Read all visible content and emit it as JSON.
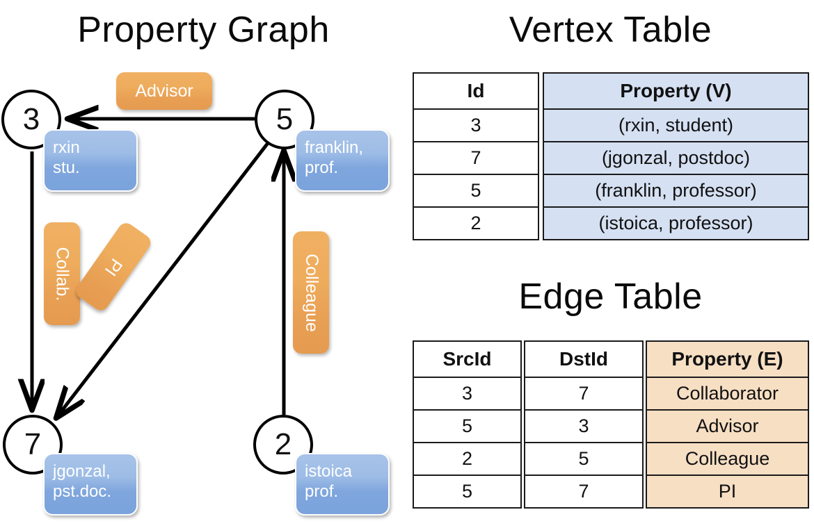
{
  "titles": {
    "property_graph": "Property Graph",
    "vertex_table": "Vertex Table",
    "edge_table": "Edge Table"
  },
  "graph": {
    "nodes": [
      {
        "id": "3",
        "label": "3",
        "property_lines": "rxin\nstu."
      },
      {
        "id": "5",
        "label": "5",
        "property_lines": "franklin,\nprof."
      },
      {
        "id": "7",
        "label": "7",
        "property_lines": "jgonzal,\npst.doc."
      },
      {
        "id": "2",
        "label": "2",
        "property_lines": "istoica\nprof."
      }
    ],
    "edge_labels": {
      "advisor": "Advisor",
      "collab": "Collab.",
      "pi": "PI",
      "colleague": "Colleague"
    },
    "edges": [
      {
        "src": "5",
        "dst": "3",
        "label": "Advisor"
      },
      {
        "src": "3",
        "dst": "7",
        "label": "Collab."
      },
      {
        "src": "5",
        "dst": "7",
        "label": "PI"
      },
      {
        "src": "2",
        "dst": "5",
        "label": "Colleague"
      }
    ]
  },
  "vertex_table": {
    "headers": [
      "Id",
      "Property (V)"
    ],
    "rows": [
      {
        "id": "3",
        "property": "(rxin, student)"
      },
      {
        "id": "7",
        "property": "(jgonzal, postdoc)"
      },
      {
        "id": "5",
        "property": "(franklin, professor)"
      },
      {
        "id": "2",
        "property": "(istoica, professor)"
      }
    ]
  },
  "edge_table": {
    "headers": [
      "SrcId",
      "DstId",
      "Property (E)"
    ],
    "rows": [
      {
        "src": "3",
        "dst": "7",
        "property": "Collaborator"
      },
      {
        "src": "5",
        "dst": "3",
        "property": "Advisor"
      },
      {
        "src": "2",
        "dst": "5",
        "property": "Colleague"
      },
      {
        "src": "5",
        "dst": "7",
        "property": "PI"
      }
    ]
  },
  "colors": {
    "vertex_property_fill": "#d5e0f2",
    "edge_property_fill": "#f7dfc4",
    "bubble_blue": "#8fb2e2",
    "bubble_orange": "#eca957",
    "stroke": "#000000",
    "background": "#ffffff"
  }
}
